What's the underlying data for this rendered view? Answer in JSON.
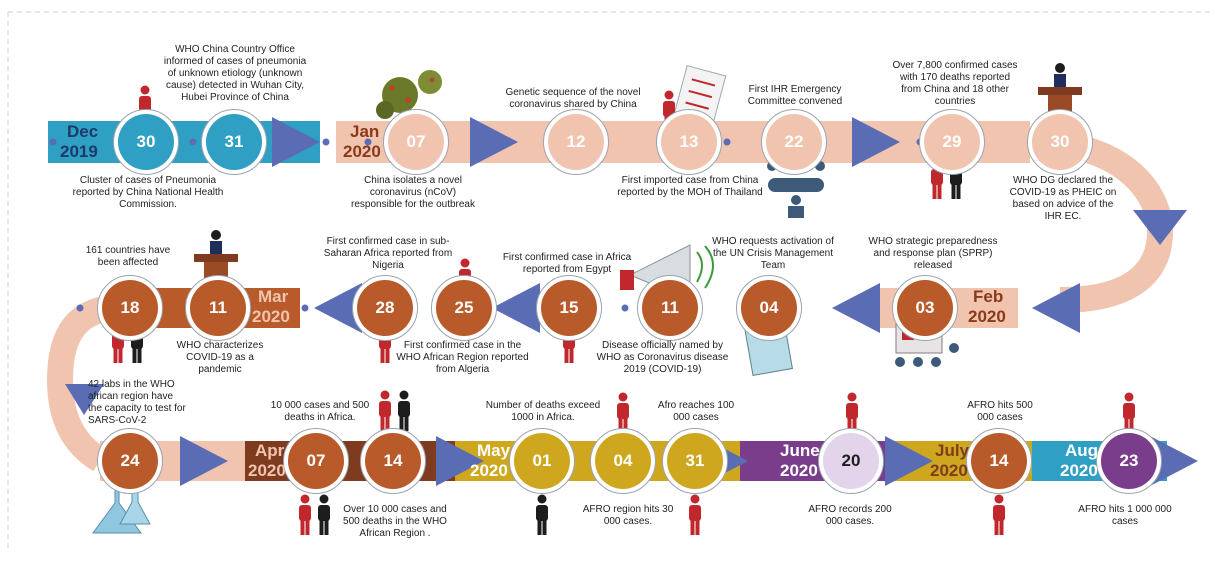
{
  "colors": {
    "blue": "#2f9fc4",
    "peach": "#f0c4ae",
    "rust": "#b85a2a",
    "gold": "#cfa71f",
    "purple": "#7a3d8b",
    "arrow": "#5a6db4",
    "person_red": "#c0282d",
    "person_black": "#1d1d1d"
  },
  "rows": [
    {
      "months": [
        {
          "name": "Dec",
          "year": "2019"
        },
        {
          "name": "Jan",
          "year": "2020"
        }
      ],
      "days": [
        "30",
        "31",
        "07",
        "12",
        "13",
        "22",
        "29",
        "30"
      ]
    },
    {
      "months": [
        {
          "name": "Mar",
          "year": "2020"
        },
        {
          "name": "Feb",
          "year": "2020"
        }
      ],
      "days": [
        "18",
        "11",
        "28",
        "25",
        "15",
        "11",
        "04",
        "03"
      ]
    },
    {
      "months": [
        {
          "name": "Apr",
          "year": "2020"
        },
        {
          "name": "May",
          "year": "2020"
        },
        {
          "name": "June",
          "year": "2020"
        },
        {
          "name": "July",
          "year": "2020"
        },
        {
          "name": "Aug",
          "year": "2020"
        }
      ],
      "days": [
        "24",
        "07",
        "14",
        "01",
        "04",
        "31",
        "20",
        "14",
        "23"
      ]
    }
  ],
  "events": [
    "WHO China Country Office informed of cases of pneumonia of unknown etiology (unknown cause) detected  in Wuhan City, Hubei Province of China",
    "Cluster of cases of Pneumonia reported by China National Health Commission.",
    "China isolates a novel coronavirus (nCoV) responsible for the outbreak",
    "Genetic sequence of the novel coronavirus shared by China",
    "First imported case from China reported by the MOH of Thailand",
    "First IHR Emergency Committee convened",
    "Over 7,800 confirmed cases with 170 deaths reported from China and 18 other countries",
    "WHO DG declared the COVID-19 as PHEIC on based on advice of the IHR EC.",
    "161 countries have been affected",
    "WHO characterizes COVID-19 as a pandemic",
    "First confirmed case in sub-Saharan Africa reported from Nigeria",
    "First confirmed case in the WHO African Region reported from Algeria",
    "First confirmed case in Africa reported from Egypt",
    "Disease officially named by WHO as Coronavirus disease 2019 (COVID-19)",
    "WHO requests activation of the UN Crisis Management Team",
    "WHO strategic preparedness and response plan (SPRP) released",
    "42 labs in the WHO african region have the capacity to test for SARS-CoV-2",
    "10 000 cases and 500 deaths in Africa.",
    "Over 10 000 cases and 500 deaths in the WHO African Region .",
    "Number of deaths exceed 1000 in Africa.",
    "AFRO region hits 30 000 cases.",
    "Afro reaches 100 000 cases",
    "AFRO records 200 000 cases.",
    "AFRO hits 500 000 cases",
    "AFRO hits 1 000 000 cases"
  ]
}
